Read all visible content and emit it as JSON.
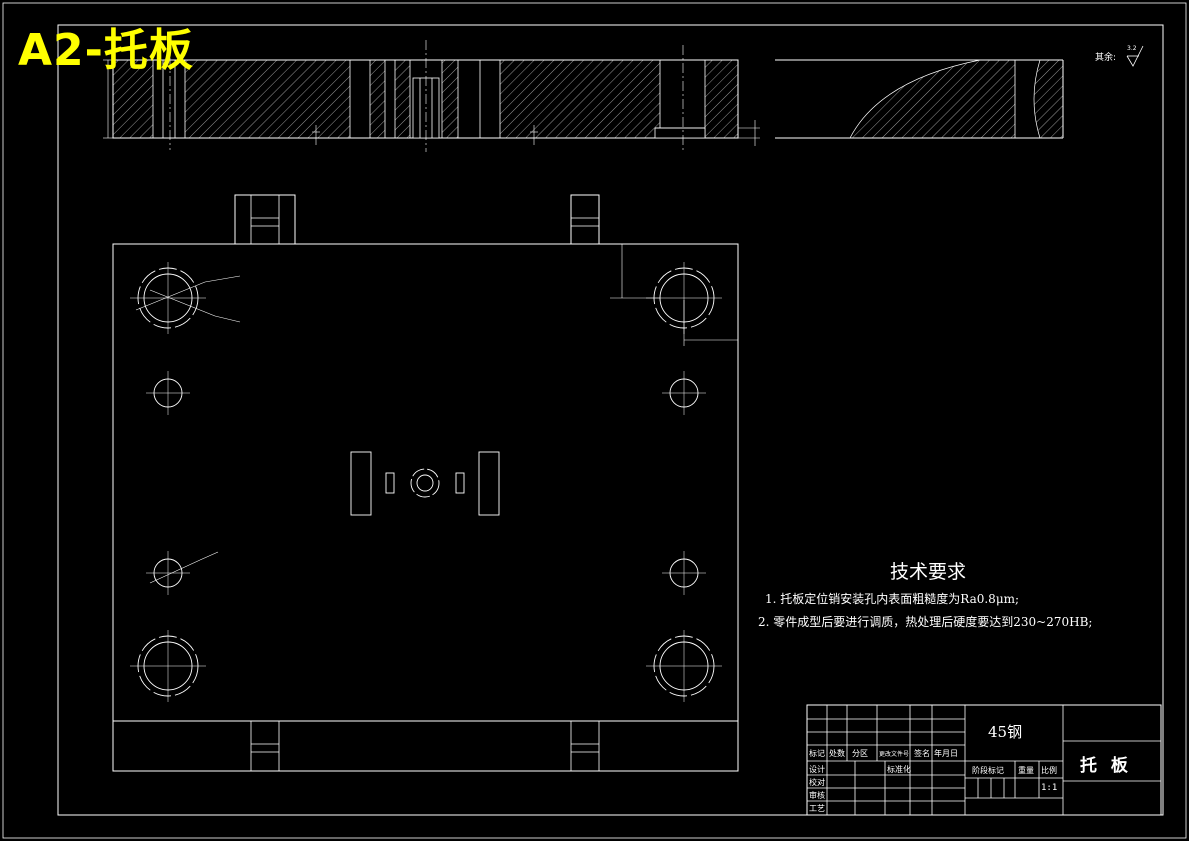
{
  "sheet": {
    "title": "A2-托板"
  },
  "surface_note": {
    "label": "其余:",
    "roughness": "3.2"
  },
  "tech_requirements": {
    "title": "技术要求",
    "items": [
      "1. 托板定位销安装孔内表面粗糙度为Ra0.8μm;",
      "2. 零件成型后要进行调质，热处理后硬度要达到230~270HB;"
    ]
  },
  "title_block": {
    "material": "45钢",
    "part_name": "托  板",
    "scale": "1:1",
    "header_labels": [
      "标记",
      "处数",
      "分区",
      "更改文件号",
      "签名",
      "年月日"
    ],
    "row_labels": [
      "设计",
      "标准化",
      "校对",
      "审核",
      "工艺"
    ],
    "stage_label": "阶段标记",
    "weight_label": "重量",
    "ratio_label": "比例"
  },
  "colors": {
    "background": "#000000",
    "line": "#ffffff",
    "title": "#ffff00"
  }
}
